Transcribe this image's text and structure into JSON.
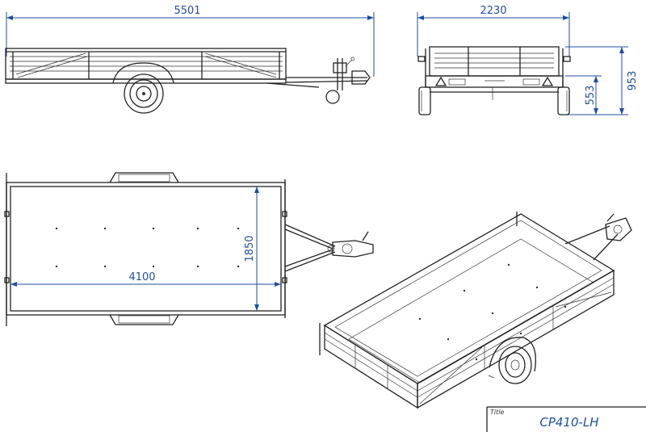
{
  "dimensions": {
    "overall_length": "5501",
    "overall_width": "2230",
    "overall_height": "953",
    "deck_height": "553",
    "box_length": "4100",
    "box_width": "1850"
  },
  "title_block": {
    "label": "Title",
    "value": "CP410-LH"
  },
  "colors": {
    "dimension": "#1f4f9c",
    "line": "#222222"
  }
}
